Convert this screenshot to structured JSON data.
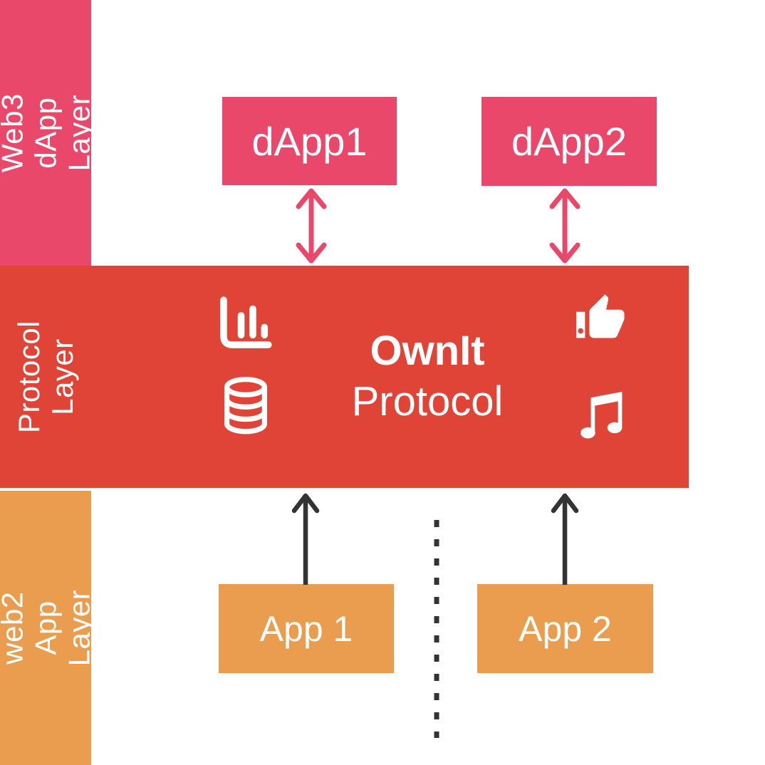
{
  "layers": [
    {
      "id": "web3-dapp",
      "label": "Web3 dApp\nLayer",
      "color": "#e9486b"
    },
    {
      "id": "protocol",
      "label": "Protocol\nLayer",
      "color": "#df4437"
    },
    {
      "id": "web2-app",
      "label": "web2 App\nLayer",
      "color": "#ea9d4e"
    }
  ],
  "protocol": {
    "name_line1": "OwnIt",
    "name_line2": "Protocol",
    "icons": [
      {
        "name": "bar-chart-icon"
      },
      {
        "name": "database-icon"
      },
      {
        "name": "thumbs-up-icon"
      },
      {
        "name": "music-note-icon"
      }
    ]
  },
  "web3_boxes": [
    {
      "label": "dApp1"
    },
    {
      "label": "dApp2"
    }
  ],
  "web2_boxes": [
    {
      "label": "App 1"
    },
    {
      "label": "App 2"
    }
  ],
  "colors": {
    "pink": "#e9486b",
    "red": "#df4437",
    "orange": "#ea9d4e",
    "arrow_dark": "#333333",
    "text": "#ffffff"
  }
}
